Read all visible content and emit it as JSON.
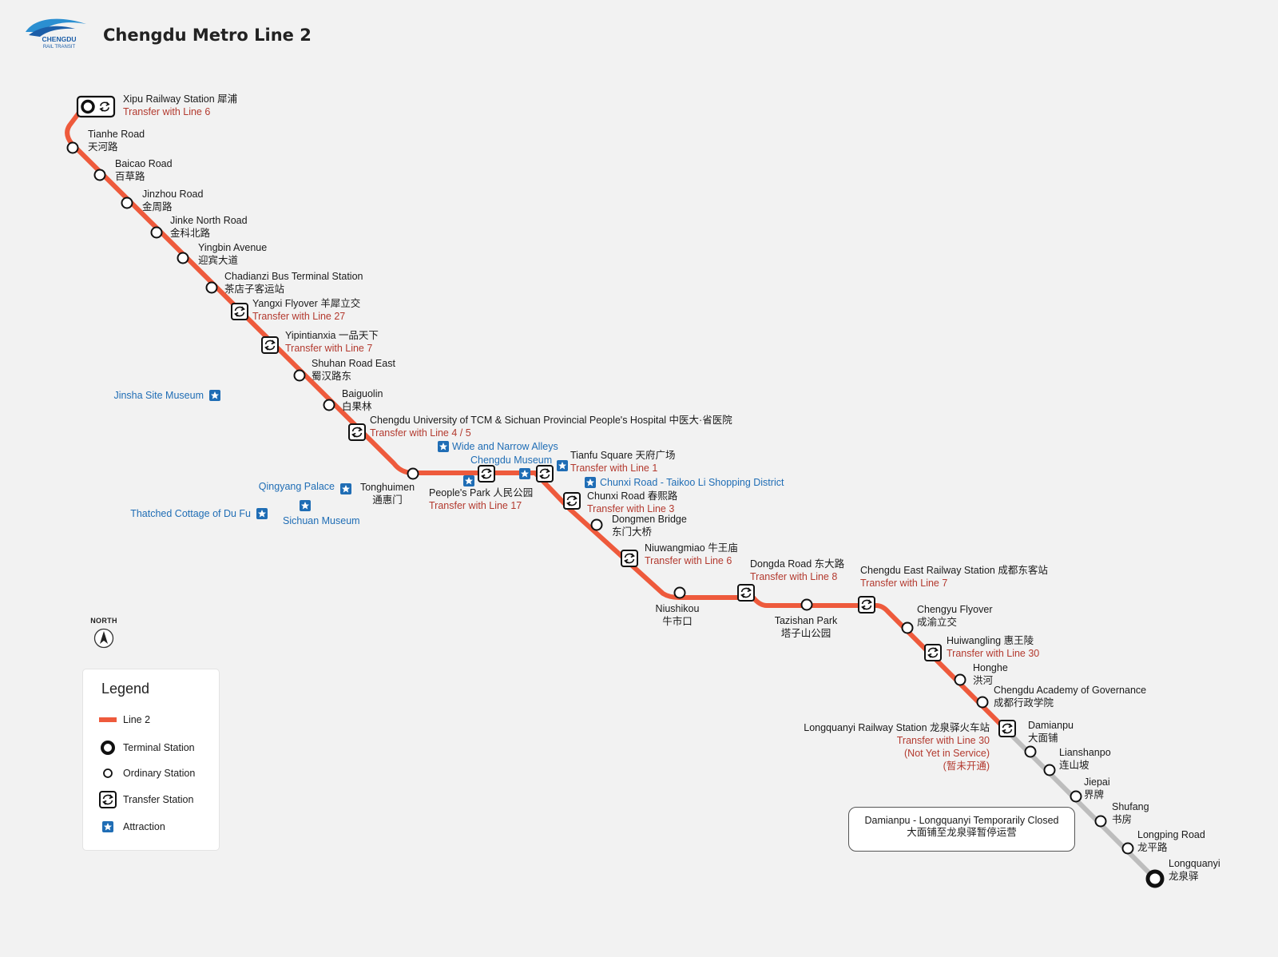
{
  "header": {
    "logo_text_1": "CHENGDU",
    "logo_text_2": "RAIL TRANSIT",
    "title": "Chengdu Metro Line 2"
  },
  "colors": {
    "line": "#ee5a3c",
    "closed": "#bdbdbd",
    "transfer_text": "#b33a2f",
    "attraction": "#1f6db5",
    "background": "#f2f2f2"
  },
  "stations": [
    {
      "id": "xipu",
      "en": "Xipu Railway Station 犀浦",
      "transfer": "Transfer with Line 6"
    },
    {
      "id": "tianhe",
      "en": "Tianhe Road",
      "zh": "天河路"
    },
    {
      "id": "baicao",
      "en": "Baicao Road",
      "zh": "百草路"
    },
    {
      "id": "jinzhou",
      "en": "Jinzhou Road",
      "zh": "金周路"
    },
    {
      "id": "jinke",
      "en": "Jinke North Road",
      "zh": "金科北路"
    },
    {
      "id": "yingbin",
      "en": "Yingbin Avenue",
      "zh": "迎宾大道"
    },
    {
      "id": "chadianzi",
      "en": "Chadianzi Bus Terminal Station",
      "zh": "茶店子客运站"
    },
    {
      "id": "yangxi",
      "en": "Yangxi Flyover 羊犀立交",
      "transfer": "Transfer with Line 27"
    },
    {
      "id": "yipintianxia",
      "en": "Yipintianxia 一品天下",
      "transfer": "Transfer with Line 7"
    },
    {
      "id": "shuhan",
      "en": "Shuhan Road East",
      "zh": "蜀汉路东"
    },
    {
      "id": "baiguolin",
      "en": "Baiguolin",
      "zh": "白果林"
    },
    {
      "id": "tcm",
      "en": "Chengdu University of TCM & Sichuan Provincial People's Hospital 中医大·省医院",
      "transfer": "Transfer with Line 4 / 5"
    },
    {
      "id": "tonghuimen",
      "en": "Tonghuimen",
      "zh": "通惠门"
    },
    {
      "id": "peoplespark",
      "en": "People's Park 人民公园",
      "transfer": "Transfer with Line 17"
    },
    {
      "id": "tianfu",
      "en": "Tianfu Square 天府广场",
      "transfer": "Transfer with Line 1"
    },
    {
      "id": "chunxi",
      "en": "Chunxi Road 春熙路",
      "transfer": "Transfer with Line 3"
    },
    {
      "id": "dongmen",
      "en": "Dongmen Bridge",
      "zh": "东门大桥"
    },
    {
      "id": "niuwangmiao",
      "en": "Niuwangmiao 牛王庙",
      "transfer": "Transfer with Line 6"
    },
    {
      "id": "niushikou",
      "en": "Niushikou",
      "zh": "牛市口"
    },
    {
      "id": "dongda",
      "en": "Dongda Road 东大路",
      "transfer": "Transfer with Line 8"
    },
    {
      "id": "tazishan",
      "en": "Tazishan Park",
      "zh": "塔子山公园"
    },
    {
      "id": "chengdueast",
      "en": "Chengdu East Railway Station 成都东客站",
      "transfer": "Transfer with Line 7"
    },
    {
      "id": "chengyu",
      "en": "Chengyu Flyover",
      "zh": "成渝立交"
    },
    {
      "id": "huiwangling",
      "en": "Huiwangling 惠王陵",
      "transfer": "Transfer with Line 30"
    },
    {
      "id": "honghe",
      "en": "Honghe",
      "zh": "洪河"
    },
    {
      "id": "academy",
      "en": "Chengdu Academy of Governance",
      "zh": "成都行政学院"
    },
    {
      "id": "damianpu",
      "en": "Damianpu",
      "zh": "大面铺"
    },
    {
      "id": "lianshanpo",
      "en": "Lianshanpo",
      "zh": "连山坡"
    },
    {
      "id": "jiepai",
      "en": "Jiepai",
      "zh": "界牌"
    },
    {
      "id": "shufang",
      "en": "Shufang",
      "zh": "书房"
    },
    {
      "id": "longping",
      "en": "Longping Road",
      "zh": "龙平路"
    },
    {
      "id": "longquanyi",
      "en": "Longquanyi",
      "zh": "龙泉驿"
    }
  ],
  "longquanyi_railway": {
    "en": "Longquanyi Railway Station 龙泉驿火车站",
    "transfer": "Transfer with Line 30",
    "note_en": "(Not Yet in Service)",
    "note_zh": "(暂未开通)"
  },
  "attractions": [
    {
      "id": "jinsha",
      "name": "Jinsha Site Museum"
    },
    {
      "id": "alleys",
      "name": "Wide and Narrow Alleys"
    },
    {
      "id": "museum",
      "name": "Chengdu Museum"
    },
    {
      "id": "taikoo",
      "name": "Chunxi Road - Taikoo Li Shopping District"
    },
    {
      "id": "qingyang",
      "name": "Qingyang Palace"
    },
    {
      "id": "dufu",
      "name": "Thatched Cottage of Du Fu"
    },
    {
      "id": "sichuan",
      "name": "Sichuan Museum"
    }
  ],
  "closure_notice": {
    "en": "Damianpu - Longquanyi Temporarily Closed",
    "zh": "大面铺至龙泉驿暂停运营"
  },
  "north": {
    "label": "NORTH"
  },
  "legend": {
    "title": "Legend",
    "items": [
      {
        "label": "Line 2",
        "icon": "line-swatch"
      },
      {
        "label": "Terminal Station",
        "icon": "terminal-station-icon"
      },
      {
        "label": "Ordinary Station",
        "icon": "ordinary-station-icon"
      },
      {
        "label": "Transfer Station",
        "icon": "transfer-station-icon"
      },
      {
        "label": "Attraction",
        "icon": "star-icon"
      }
    ]
  }
}
